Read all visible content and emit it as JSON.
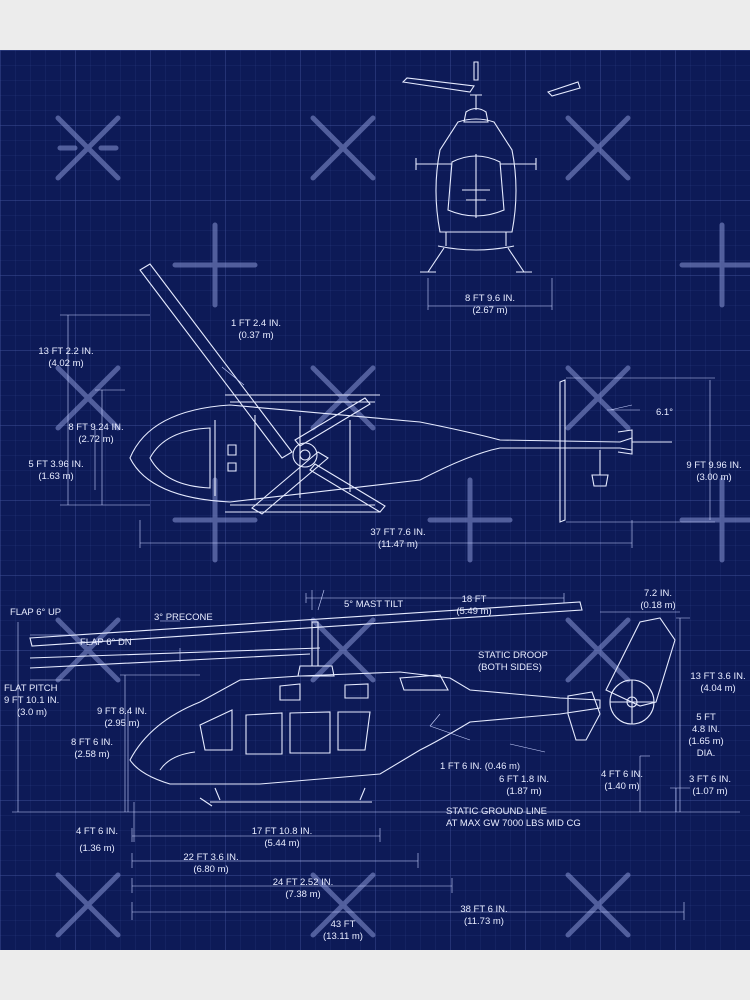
{
  "front_view": {
    "width_imperial": "8 FT 9.6 IN.",
    "width_metric": "(2.67 m)"
  },
  "top_view": {
    "blade_chord_imperial": "1 FT 2.4 IN.",
    "blade_chord_metric": "(0.37 m)",
    "overall_width_imperial": "13 FT 2.2 IN.",
    "overall_width_metric": "(4.02 m)",
    "skid_width_imperial": "8 FT 9.24 IN.",
    "skid_width_metric": "(2.72 m)",
    "cabin_width_imperial": "5 FT 3.96 IN.",
    "cabin_width_metric": "(1.63 m)",
    "stabilizer_angle": "6.1°",
    "stabilizer_span_imperial": "9 FT 9.96 IN.",
    "stabilizer_span_metric": "(3.00 m)",
    "fuselage_length_imperial": "37 FT 7.6 IN.",
    "fuselage_length_metric": "(11.47 m)"
  },
  "side_view": {
    "flap_up": "FLAP 6° UP",
    "flap_dn": "FLAP 6° DN",
    "precone": "3° PRECONE",
    "mast_tilt": "5° MAST TILT",
    "rotor_radius_imperial": "18 FT",
    "rotor_radius_metric": "(5.49 m)",
    "blade_offset_imperial": "7.2 IN.",
    "blade_offset_metric": "(0.18 m)",
    "static_droop_line1": "STATIC DROOP",
    "static_droop_line2": "(BOTH SIDES)",
    "flat_pitch_line1": "FLAT PITCH",
    "flat_pitch_line2": "9 FT 10.1 IN.",
    "flat_pitch_line3": "(3.0 m)",
    "mast_height_imperial": "9 FT 8.4 IN.",
    "mast_height_metric": "(2.95 m)",
    "cabin_height_imperial": "8 FT 6 IN.",
    "cabin_height_metric": "(2.58 m)",
    "tail_height_imperial": "13 FT 3.6 IN.",
    "tail_height_metric": "(4.04 m)",
    "tail_rotor_imperial": "5 FT",
    "tail_rotor_imperial_2": "4.8 IN.",
    "tail_rotor_metric": "(1.65 m)",
    "tail_rotor_dia": "DIA.",
    "skid_clearance": "1 FT 6 IN. (0.46 m)",
    "skid_height_imperial": "6 FT 1.8 IN.",
    "skid_height_metric": "(1.87 m)",
    "tr_hub_height_imperial": "4 FT 6 IN.",
    "tr_hub_height_metric": "(1.40 m)",
    "tr_clearance_imperial": "3 FT 6 IN.",
    "tr_clearance_metric": "(1.07 m)",
    "ground_line_1": "STATIC GROUND LINE",
    "ground_line_2": "AT MAX GW 7000 LBS MID CG",
    "nose_to_skid_imperial": "4 FT 6 IN.",
    "nose_to_skid_metric": "(1.36 m)",
    "skid_length_imperial": "17 FT 10.8 IN.",
    "skid_length_metric": "(5.44 m)",
    "nose_to_mast_imperial": "22 FT 3.6 IN.",
    "nose_to_mast_metric": "(6.80 m)",
    "nose_to_stab_imperial": "24 FT 2.52 IN.",
    "nose_to_stab_metric": "(7.38 m)",
    "rotor_to_tail_imperial": "38 FT 6 IN.",
    "rotor_to_tail_metric": "(11.73 m)",
    "overall_length_imperial": "43 FT",
    "overall_length_metric": "(13.11 m)"
  },
  "colors": {
    "blueprint_bg": "#0d1a57",
    "grid_line": "#3a4a8f",
    "line_art": "#e6ebff",
    "page_margin": "#ececec"
  }
}
